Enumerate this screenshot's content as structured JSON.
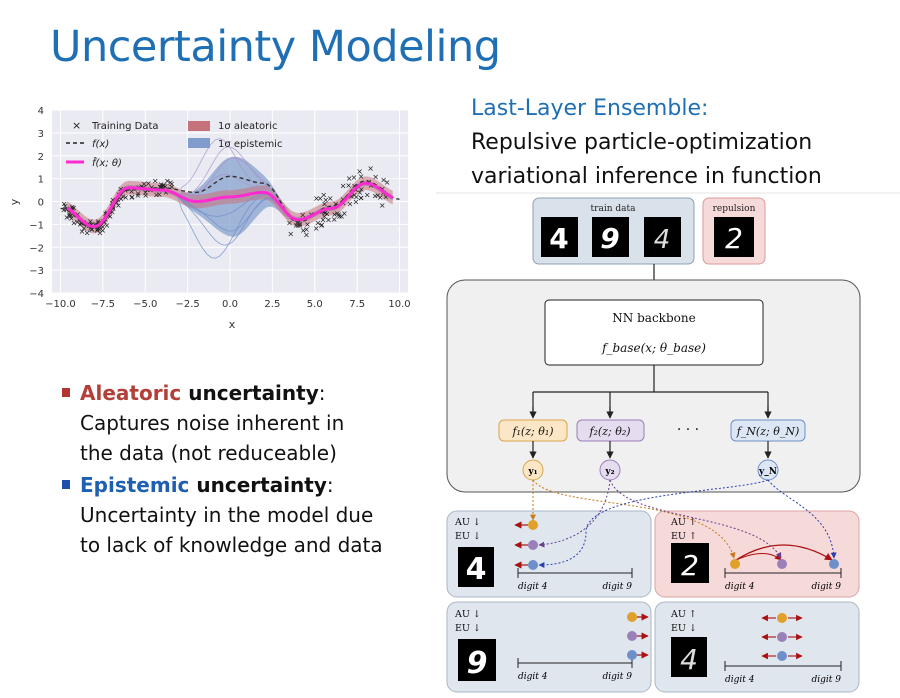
{
  "title": "Uncertainty Modeling",
  "subtitle": {
    "heading": "Last-Layer Ensemble:",
    "line1": "Repulsive particle-optimization",
    "line2": "variational inference in function"
  },
  "bullets": [
    {
      "colored": "Aleatoric",
      "rest": " uncertainty",
      "colon": ":",
      "line1": "Captures noise inherent in",
      "line2": "the data (not reduceable)"
    },
    {
      "colored": "Epistemic",
      "rest": " uncertainty",
      "colon": ":",
      "line1": "Uncertainty in the model due",
      "line2": "to lack of knowledge and data"
    }
  ],
  "colors": {
    "title": "#1f6fb5",
    "aleatoric": "#b34038",
    "epistemic": "#1f5fb0"
  },
  "chart_data": {
    "type": "line",
    "xlabel": "x",
    "ylabel": "y",
    "xlim": [
      -10.5,
      10.5
    ],
    "ylim": [
      -4,
      4
    ],
    "xticks": [
      "−10.0",
      "−7.5",
      "−5.0",
      "−2.5",
      "0.0",
      "2.5",
      "5.0",
      "7.5",
      "10.0"
    ],
    "yticks": [
      "4",
      "3",
      "2",
      "1",
      "0",
      "−1",
      "−2",
      "−3",
      "−4"
    ],
    "legend": {
      "placement": "top-left",
      "items": [
        "Training Data",
        "f(x)",
        "f̂(x; θ)",
        "1σ aleatoric",
        "1σ epistemic"
      ]
    },
    "grid": true,
    "series": [
      {
        "name": "f(x)",
        "x": [
          -10,
          -8,
          -6,
          -4,
          -2,
          0,
          2,
          4,
          6,
          8,
          10
        ],
        "y": [
          -0.3,
          -1.2,
          0.5,
          0.6,
          0.4,
          1.1,
          0.8,
          -0.9,
          -0.2,
          0.9,
          0.1
        ]
      },
      {
        "name": "f̂(x; θ)",
        "x": [
          -10,
          -8,
          -6,
          -4,
          -2,
          0,
          2,
          4,
          6,
          8,
          10
        ],
        "y": [
          -0.2,
          -1.1,
          0.6,
          0.5,
          0.0,
          0.2,
          0.4,
          -0.8,
          -0.3,
          0.8,
          0.1
        ]
      }
    ]
  },
  "diagram": {
    "train_data": "train data",
    "repulsion": "repulsion",
    "backbone_title": "NN backbone",
    "backbone_formula": "f_base(x; θ_base)",
    "heads": [
      "f₁(z; θ₁)",
      "f₂(z; θ₂)",
      "f_N(z; θ_N)"
    ],
    "ellipsis": "· · ·",
    "outputs": [
      "y₁",
      "y₂",
      "y_N"
    ],
    "panels": [
      {
        "au": "AU ↓",
        "eu": "EU ↓",
        "digit": "4"
      },
      {
        "au": "AU ↑",
        "eu": "EU ↑",
        "digit": "2",
        "axis_left": "digit 4",
        "axis_right": "digit 9"
      },
      {
        "au": "AU ↓",
        "eu": "EU ↓",
        "digit": "9",
        "axis_left": "digit 4",
        "axis_right": "digit 9"
      },
      {
        "au": "AU ↑",
        "eu": "EU ↓",
        "digit": "4",
        "axis_left": "digit 4",
        "axis_right": "digit 9"
      }
    ],
    "panel0_axis_left": "digit 4",
    "panel0_axis_right": "digit 9"
  }
}
